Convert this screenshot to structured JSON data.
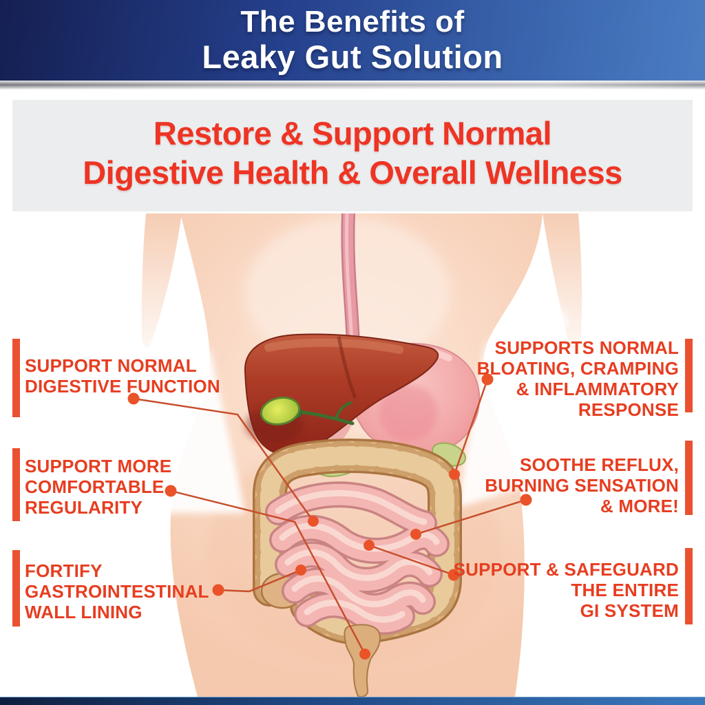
{
  "header": {
    "title_line1": "The Benefits of",
    "title_line2": "Leaky Gut Solution"
  },
  "headline": {
    "line1": "Restore & Support Normal",
    "line2": "Digestive Health & Overall Wellness"
  },
  "benefits": {
    "left": [
      {
        "lines": [
          "SUPPORT NORMAL",
          "DIGESTIVE FUNCTION"
        ]
      },
      {
        "lines": [
          "SUPPORT MORE",
          "COMFORTABLE",
          "REGULARITY"
        ]
      },
      {
        "lines": [
          "FORTIFY",
          "GASTROINTESTINAL",
          "WALL LINING"
        ]
      }
    ],
    "right": [
      {
        "lines": [
          "SUPPORTS NORMAL",
          "BLOATING, CRAMPING",
          "& INFLAMMATORY",
          "RESPONSE"
        ]
      },
      {
        "lines": [
          "SOOTHE REFLUX,",
          "BURNING SENSATION",
          "& MORE!"
        ]
      },
      {
        "lines": [
          "SUPPORT & SAFEGUARD",
          "THE ENTIRE",
          "GI SYSTEM"
        ]
      }
    ]
  },
  "colors": {
    "header_gradient_start": "#151f52",
    "header_gradient_end": "#4b7dc3",
    "headline_red": "#ee3424",
    "headline_bg": "#ebedee",
    "benefit_text": "#e73d20",
    "accent_bar": "#ea5130",
    "connector_line": "#c74e2c",
    "connector_dot": "#ea5329",
    "skin": "#f8d4bf",
    "liver": "#a83420",
    "intestine_pink": "#f4b6b2",
    "colon_tan": "#e0b482",
    "footer_gradient_start": "#0e1f3e",
    "footer_gradient_end": "#3a78bc"
  }
}
